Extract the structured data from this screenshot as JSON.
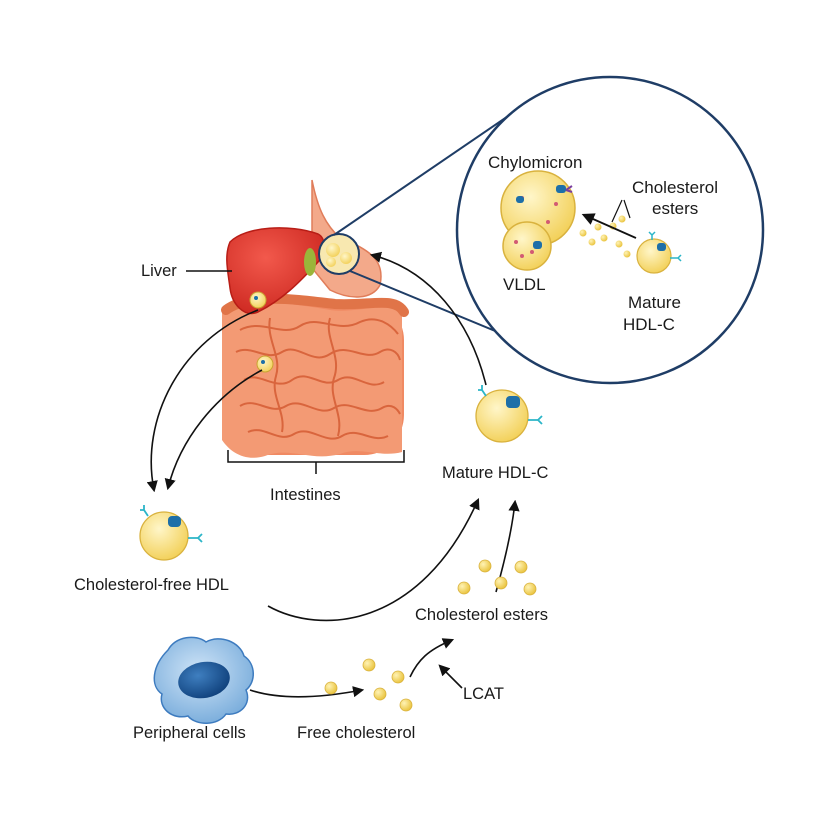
{
  "labels": {
    "liver": "Liver",
    "intestines": "Intestines",
    "cholesterol_free_hdl": "Cholesterol-free HDL",
    "mature_hdl_c": "Mature HDL-C",
    "cholesterol_esters": "Cholesterol esters",
    "peripheral_cells": "Peripheral cells",
    "free_cholesterol": "Free cholesterol",
    "lcat": "LCAT"
  },
  "inset": {
    "chylomicron": "Chylomicron",
    "vldl": "VLDL",
    "cholesterol_esters_line1": "Cholesterol",
    "cholesterol_esters_line2": "esters",
    "mature_hdl_line1": "Mature",
    "mature_hdl_line2": "HDL-C"
  },
  "colors": {
    "inset_border": "#1f3d66",
    "liver": "#e2362a",
    "intestine": "#f08a63",
    "particle": "#f6db6c",
    "protein_blue": "#1e6fa8",
    "cell_blue": "#5b9bd5",
    "arrow": "#111111"
  }
}
